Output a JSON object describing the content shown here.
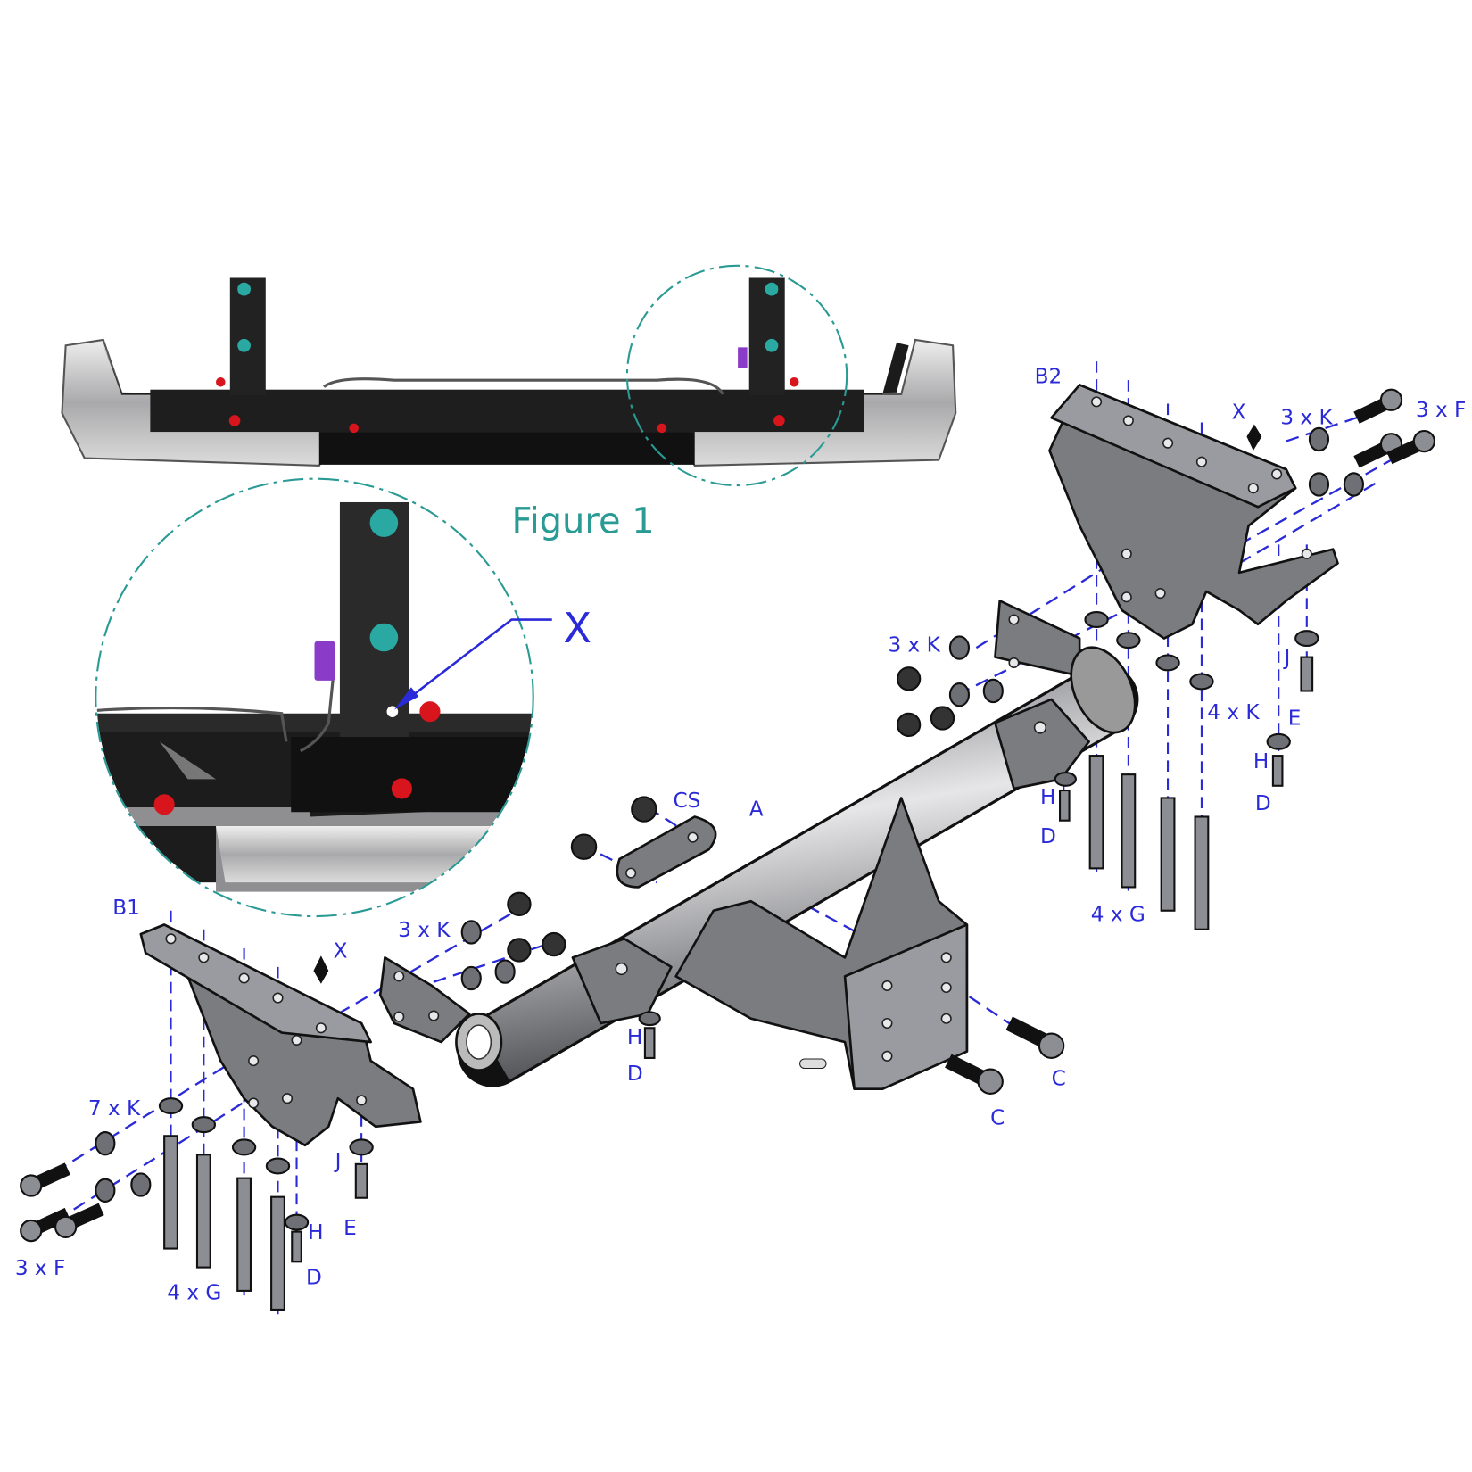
{
  "figure": {
    "caption": "Figure 1",
    "detail_label": "X",
    "colors": {
      "leader": "#2a2ad8",
      "detail_circle": "#2a9a94",
      "caption": "#2a9a94",
      "marker_teal": "#2aa9a3",
      "marker_red": "#d8141c",
      "connector": "#8a3cc8"
    }
  },
  "labels": [
    {
      "id": "B2",
      "text": "B2"
    },
    {
      "id": "X-b2",
      "text": "X"
    },
    {
      "id": "K-b2-top",
      "text": "3 x K"
    },
    {
      "id": "F-b2",
      "text": "3 x F"
    },
    {
      "id": "K-a-right",
      "text": "3 x K"
    },
    {
      "id": "J-right",
      "text": "J"
    },
    {
      "id": "E-right",
      "text": "E"
    },
    {
      "id": "K-b2-bottom",
      "text": "4 x K"
    },
    {
      "id": "H-right",
      "text": "H"
    },
    {
      "id": "D-right",
      "text": "D"
    },
    {
      "id": "H-mid-right",
      "text": "H"
    },
    {
      "id": "D-mid-right",
      "text": "D"
    },
    {
      "id": "G-right",
      "text": "4 x G"
    },
    {
      "id": "CS",
      "text": "CS"
    },
    {
      "id": "A",
      "text": "A"
    },
    {
      "id": "B1",
      "text": "B1"
    },
    {
      "id": "X-b1",
      "text": "X"
    },
    {
      "id": "K-a-left",
      "text": "3 x K"
    },
    {
      "id": "K-b1",
      "text": "7 x K"
    },
    {
      "id": "H-left",
      "text": "H"
    },
    {
      "id": "D-left",
      "text": "D"
    },
    {
      "id": "J-left",
      "text": "J"
    },
    {
      "id": "E-left",
      "text": "E"
    },
    {
      "id": "C-upper",
      "text": "C"
    },
    {
      "id": "C-lower",
      "text": "C"
    },
    {
      "id": "F-b1",
      "text": "3 x F"
    },
    {
      "id": "G-left",
      "text": "4 x G"
    },
    {
      "id": "H-mid-left",
      "text": "H"
    },
    {
      "id": "D-mid-left",
      "text": "D"
    }
  ]
}
